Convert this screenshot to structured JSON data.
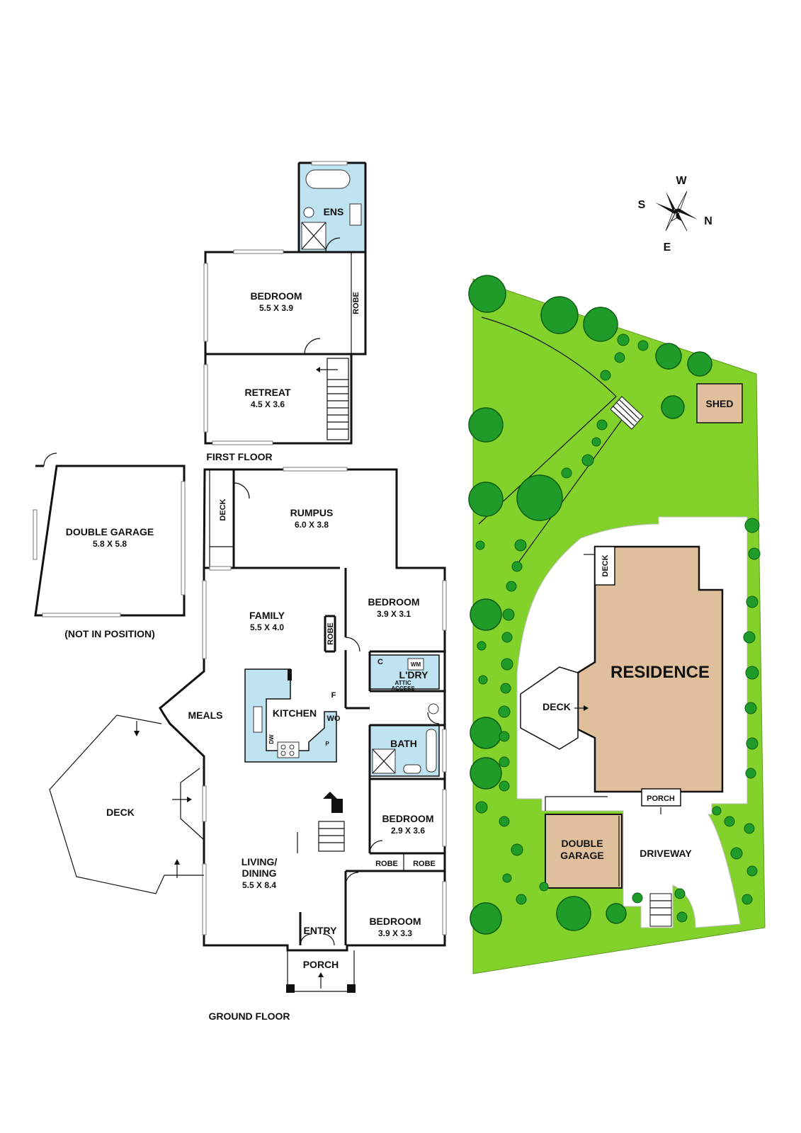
{
  "floors": {
    "first": "FIRST FLOOR",
    "ground": "GROUND FLOOR"
  },
  "rooms": {
    "ens": "ENS",
    "bedroom_upper": {
      "name": "BEDROOM",
      "size": "5.5 X 3.9"
    },
    "robe_upper": "ROBE",
    "retreat": {
      "name": "RETREAT",
      "size": "4.5 X 3.6"
    },
    "double_garage": {
      "name": "DOUBLE GARAGE",
      "size": "5.8 X 5.8"
    },
    "not_in_position": "(NOT IN POSITION)",
    "deck_side": "DECK",
    "rumpus": {
      "name": "RUMPUS",
      "size": "6.0 X 3.8"
    },
    "family": {
      "name": "FAMILY",
      "size": "5.5 X 4.0"
    },
    "robe_family": "ROBE",
    "bedroom_2": {
      "name": "BEDROOM",
      "size": "3.9 X 3.1"
    },
    "c": "C",
    "wm": "WM",
    "ldry": "L'DRY",
    "attic_line1": "ATTIC",
    "attic_line2": "ACCESS",
    "meals": "MEALS",
    "kitchen": "KITCHEN",
    "f": "F",
    "wo": "WO",
    "dw": "DW",
    "p": "P",
    "bath": "BATH",
    "deck_main": "DECK",
    "bedroom_3": {
      "name": "BEDROOM",
      "size": "2.9 X 3.6"
    },
    "living_line1": "LIVING/",
    "living_line2": "DINING",
    "living_size": "5.5 X 8.4",
    "robe_a": "ROBE",
    "robe_b": "ROBE",
    "bedroom_4": {
      "name": "BEDROOM",
      "size": "3.9 X 3.3"
    },
    "entry": "ENTRY",
    "porch": "PORCH"
  },
  "site": {
    "compass": {
      "w": "W",
      "s": "S",
      "n": "N",
      "e": "E"
    },
    "shed": "SHED",
    "residence": "RESIDENCE",
    "deck_top": "DECK",
    "deck_left": "DECK",
    "porch": "PORCH",
    "double_garage_line1": "DOUBLE",
    "double_garage_line2": "GARAGE",
    "driveway": "DRIVEWAY"
  },
  "colors": {
    "lawn": "#82d22b",
    "tree": "#1f9b2a",
    "residence": "#dfbf9c",
    "shed": "#dfbf9c",
    "wet_area": "#bfe3f0"
  }
}
